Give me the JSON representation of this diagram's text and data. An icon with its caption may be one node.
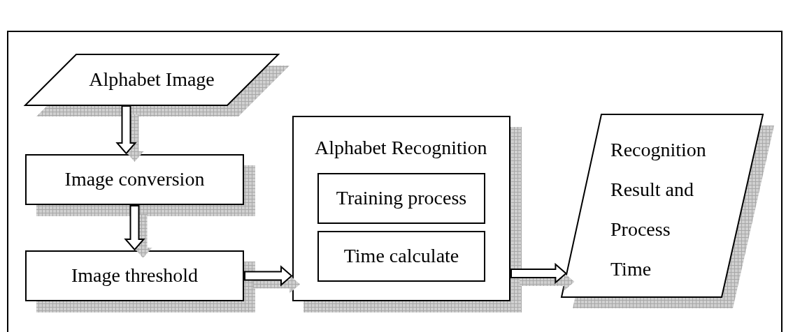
{
  "diagram": {
    "nodes": [
      {
        "text": [
          "Alphabet Image"
        ]
      },
      {
        "text": [
          "Image conversion"
        ]
      },
      {
        "text": [
          "Image threshold"
        ]
      },
      {
        "text": [
          "Alphabet Recognition"
        ]
      },
      {
        "text": [
          "Training process"
        ],
        "in": 3
      },
      {
        "text": [
          "Time calculate"
        ],
        "in": 3
      },
      {
        "text": [
          "Recognition Result and Process Time"
        ]
      }
    ],
    "edges": [
      {
        "from": 0,
        "to": 1,
        "arrow": "to"
      },
      {
        "from": 1,
        "to": 2,
        "arrow": "to"
      },
      {
        "from": 2,
        "to": 3,
        "arrow": "to"
      },
      {
        "from": 3,
        "to": 6,
        "arrow": "to"
      }
    ]
  }
}
